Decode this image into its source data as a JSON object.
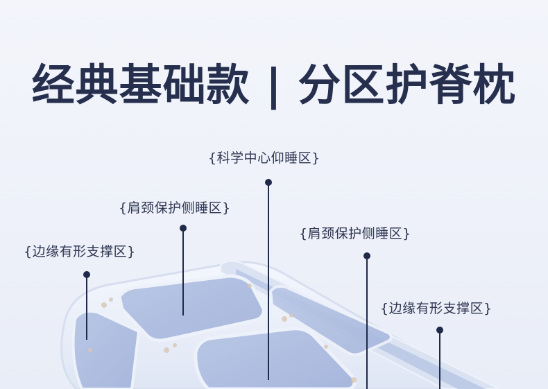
{
  "headline": "经典基础款 | 分区护脊枕",
  "labels": {
    "zone_center": "{科学中心仰睡区}",
    "zone_shoulder_left": "{肩颈保护侧睡区}",
    "zone_edge_left": "{边缘有形支撑区}",
    "zone_shoulder_right": "{肩颈保护侧睡区}",
    "zone_edge_right": "{边缘有形支撑区}"
  },
  "colors": {
    "headline": "#262f4d",
    "label": "#2d3550",
    "pointer": "#1f2a48",
    "pillow_panel": "#aebee0",
    "pillow_border": "#e6ecf8"
  }
}
